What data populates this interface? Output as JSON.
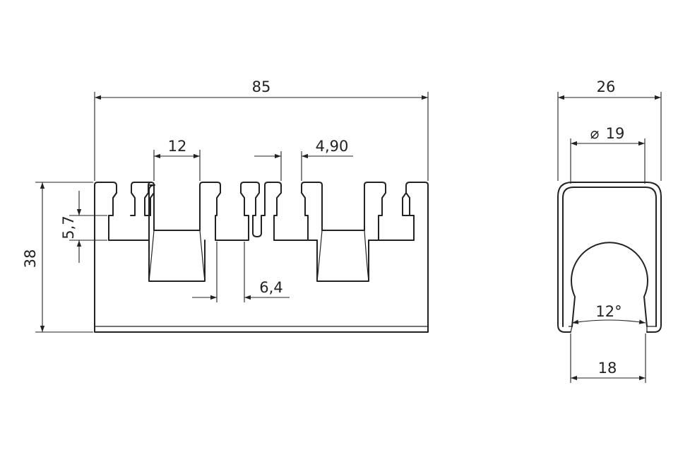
{
  "dimensions": {
    "overall_length": "85",
    "overall_height": "38",
    "slot_width_large": "12",
    "slot_width_small": "4,90",
    "slot_depth": "5,7",
    "tab_gap": "6,4",
    "side_width": "26",
    "bore_diameter": "19",
    "opening_angle": "12°",
    "base_width": "18"
  },
  "symbols": {
    "diameter": "⌀"
  },
  "colors": {
    "line": "#222222",
    "background": "#ffffff"
  }
}
